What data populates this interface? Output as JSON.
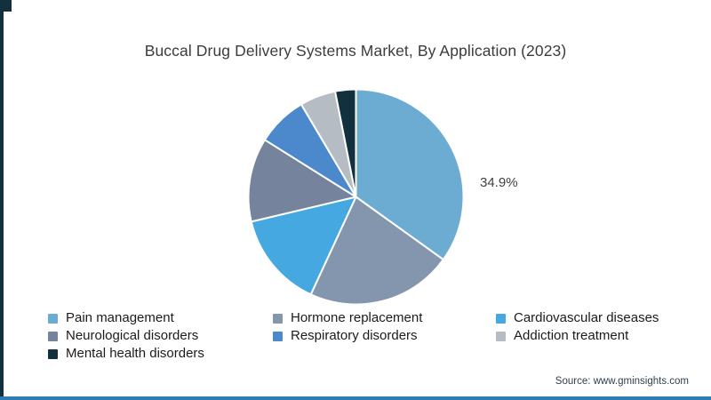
{
  "accents": {
    "corner_square": "#12303e",
    "left_bar": "#12303e",
    "bottom_bar": "#2e7cb4"
  },
  "chart_data": {
    "type": "pie",
    "title": "Buccal Drug Delivery Systems Market, By Application (2023)",
    "start_angle_deg": 0,
    "direction": "clockwise",
    "slice_border_color": "#ffffff",
    "slices": [
      {
        "label": "Pain management",
        "value": 34.9,
        "color": "#6cacd2"
      },
      {
        "label": "Hormone replacement",
        "value": 22.0,
        "color": "#8495ae"
      },
      {
        "label": "Cardiovascular diseases",
        "value": 14.4,
        "color": "#45a8e1"
      },
      {
        "label": "Neurological disorders",
        "value": 12.6,
        "color": "#75849c"
      },
      {
        "label": "Respiratory disorders",
        "value": 7.6,
        "color": "#4c88cc"
      },
      {
        "label": "Addiction treatment",
        "value": 5.4,
        "color": "#b5bcc3"
      },
      {
        "label": "Mental health disorders",
        "value": 3.1,
        "color": "#12303e"
      }
    ],
    "data_labels": [
      {
        "slice": "Pain management",
        "text": "34.9%"
      }
    ],
    "legend_position": "bottom-left",
    "legend_columns": 3
  },
  "footer": {
    "source": "Source: www.gminsights.com"
  }
}
